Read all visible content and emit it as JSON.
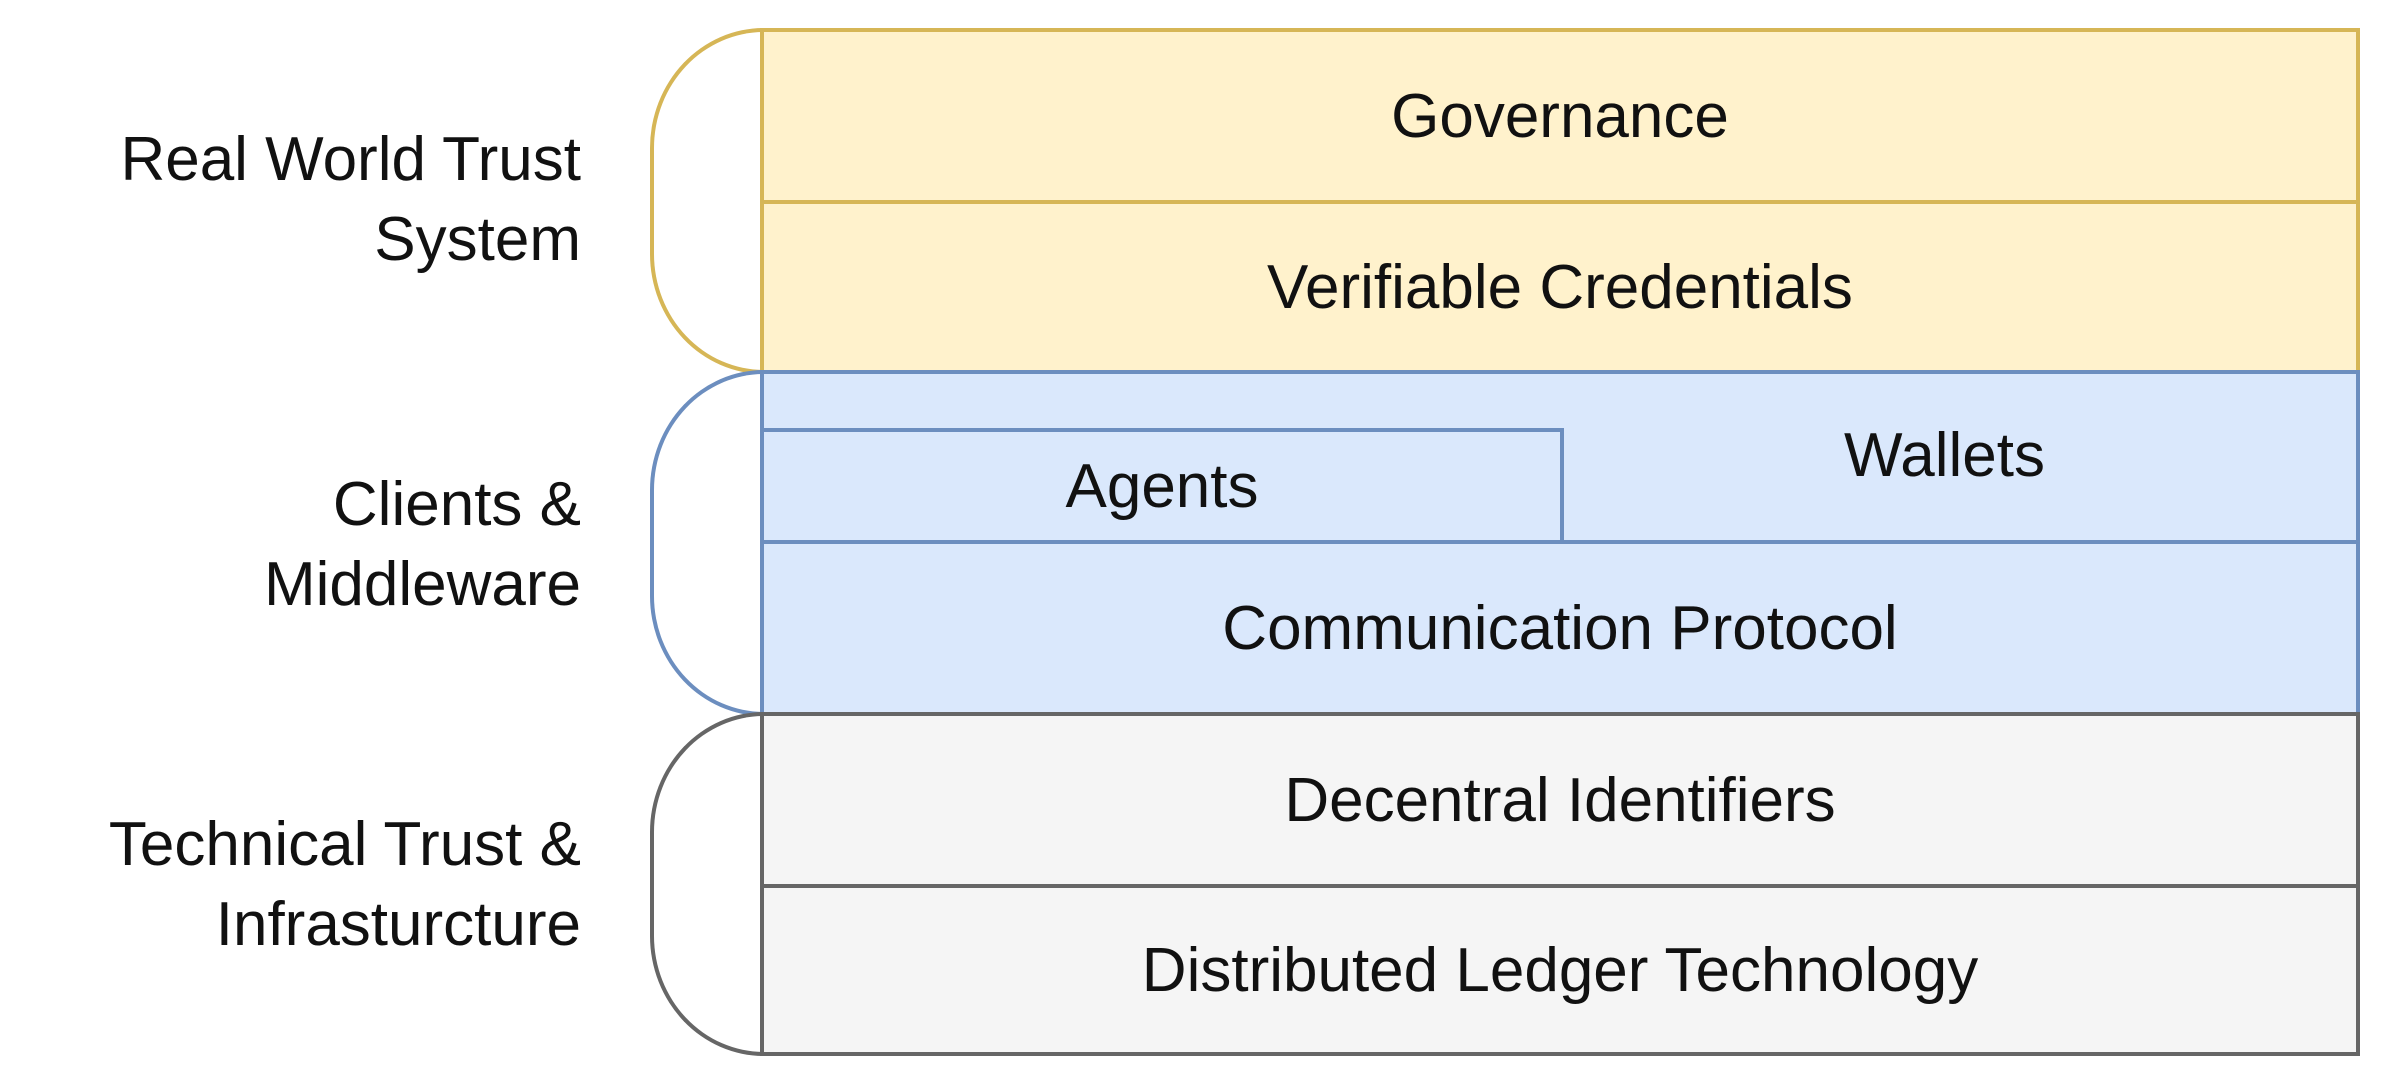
{
  "groups": {
    "real_world": {
      "label": "Real World Trust\nSystem",
      "color_border": "#d6b656",
      "color_fill": "#fff2cc"
    },
    "clients": {
      "label": "Clients &\nMiddleware",
      "color_border": "#6c8ebf",
      "color_fill": "#dae8fc"
    },
    "technical": {
      "label": "Technical Trust &\nInfrasturcture",
      "color_border": "#666666",
      "color_fill": "#f5f5f5"
    }
  },
  "layers": {
    "governance": "Governance",
    "verifiable_credentials": "Verifiable Credentials",
    "agents": "Agents",
    "wallets": "Wallets",
    "communication_protocol": "Communication Protocol",
    "decentral_identifiers": "Decentral Identifiers",
    "distributed_ledger": "Distributed Ledger Technology"
  }
}
